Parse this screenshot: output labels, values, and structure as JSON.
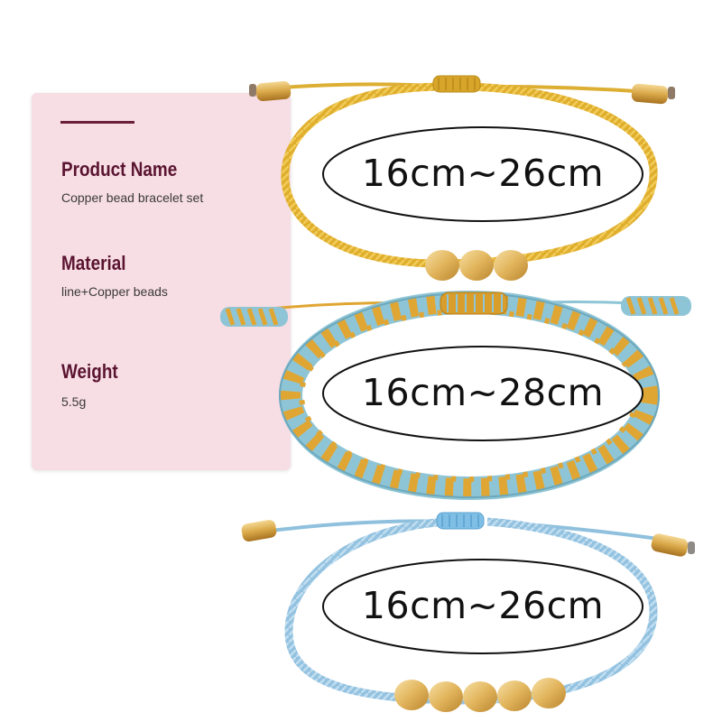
{
  "info": {
    "product_name_label": "Product Name",
    "product_name_value": "Copper bead bracelet set",
    "material_label": "Material",
    "material_value": "line+Copper beads",
    "weight_label": "Weight",
    "weight_value": "5.5g"
  },
  "bracelets": [
    {
      "size": "16cm~26cm",
      "cord_color": "#e2b63a",
      "bead_color": "#e7c57a"
    },
    {
      "size": "16cm~28cm",
      "cord_color": "#8ec5d6",
      "accent_color": "#e0a633"
    },
    {
      "size": "16cm~26cm",
      "cord_color": "#9fcbe3",
      "bead_color": "#e7c57a"
    }
  ],
  "colors": {
    "panel_background": "#f7dde4",
    "heading_color": "#5a1430",
    "rule_color": "#6a1f3a"
  }
}
